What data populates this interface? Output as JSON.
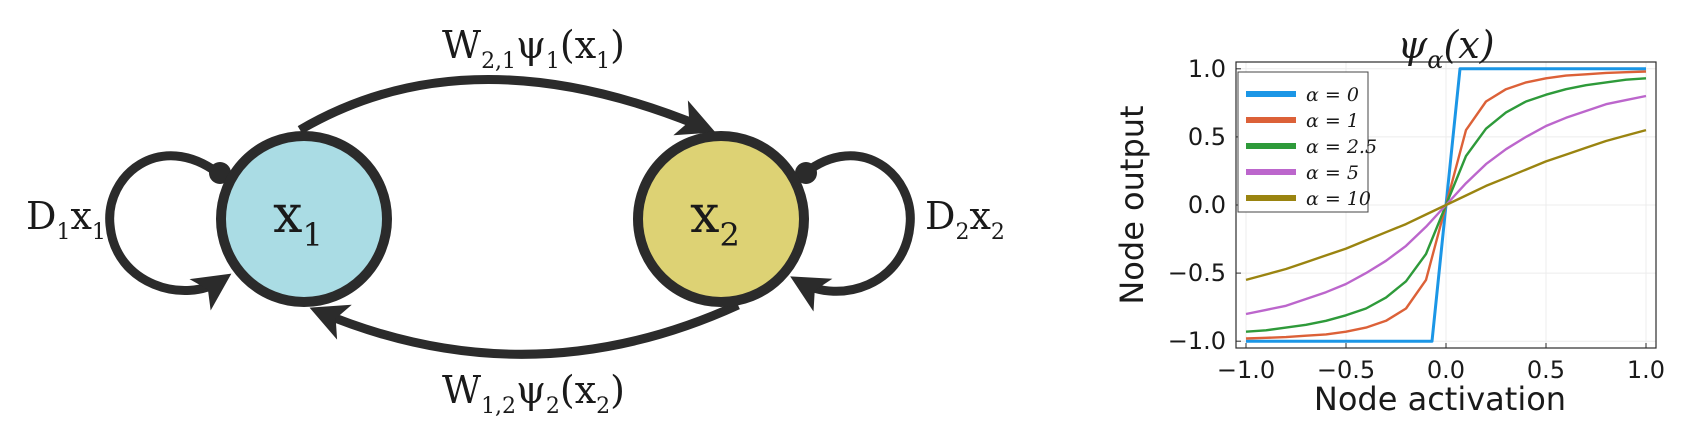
{
  "network": {
    "node1": {
      "main": "x",
      "sub": "1"
    },
    "node2": {
      "main": "x",
      "sub": "2"
    },
    "edge_top": {
      "W": "W",
      "Wsub": "2,1",
      "psi": "ψ",
      "psiSub": "1",
      "open": "(x",
      "argSub": "1",
      "close": ")"
    },
    "edge_bottom": {
      "W": "W",
      "Wsub": "1,2",
      "psi": "ψ",
      "psiSub": "2",
      "open": "(x",
      "argSub": "2",
      "close": ")"
    },
    "self_loop_1": {
      "D": "D",
      "Dsub": "1",
      "x": "x",
      "xsub": "1"
    },
    "self_loop_2": {
      "D": "D",
      "Dsub": "2",
      "x": "x",
      "xsub": "2"
    },
    "colors": {
      "node1_fill": "#aadce4",
      "node2_fill": "#ddd274",
      "stroke": "#2b2b2b"
    }
  },
  "plot": {
    "title": {
      "psi": "ψ",
      "sub": "α",
      "arg": "(x)"
    },
    "xlabel": "Node activation",
    "ylabel": "Node output",
    "xticks": [
      "−1.0",
      "−0.5",
      "0.0",
      "0.5",
      "1.0"
    ],
    "yticks": [
      "1.0",
      "0.5",
      "0.0",
      "−0.5",
      "−1.0"
    ],
    "legend": [
      {
        "label": "α = 0"
      },
      {
        "label": "α = 1"
      },
      {
        "label": "α = 2.5"
      },
      {
        "label": "α = 5"
      },
      {
        "label": "α = 10"
      }
    ]
  },
  "chart_data": {
    "type": "line",
    "title": "ψα(x)",
    "xlabel": "Node activation",
    "ylabel": "Node output",
    "xlim": [
      -1.05,
      1.05
    ],
    "ylim": [
      -1.05,
      1.05
    ],
    "grid": true,
    "legend_position": "top-left",
    "x": [
      -1.0,
      -0.9,
      -0.8,
      -0.7,
      -0.6,
      -0.5,
      -0.4,
      -0.3,
      -0.2,
      -0.1,
      0.0,
      0.1,
      0.2,
      0.3,
      0.4,
      0.5,
      0.6,
      0.7,
      0.8,
      0.9,
      1.0
    ],
    "series": [
      {
        "name": "α = 0",
        "color": "#1b96e6",
        "x": [
          -1.0,
          -0.07,
          0.07,
          1.0
        ],
        "values": [
          -1.0,
          -1.0,
          1.0,
          1.0
        ]
      },
      {
        "name": "α = 1",
        "color": "#dc6138",
        "values": [
          -0.98,
          -0.975,
          -0.97,
          -0.96,
          -0.95,
          -0.93,
          -0.9,
          -0.85,
          -0.76,
          -0.55,
          0.0,
          0.55,
          0.76,
          0.85,
          0.9,
          0.93,
          0.95,
          0.96,
          0.97,
          0.975,
          0.98
        ]
      },
      {
        "name": "α = 2.5",
        "color": "#2e9a3a",
        "values": [
          -0.93,
          -0.92,
          -0.9,
          -0.88,
          -0.85,
          -0.81,
          -0.76,
          -0.68,
          -0.56,
          -0.36,
          0.0,
          0.36,
          0.56,
          0.68,
          0.76,
          0.81,
          0.85,
          0.88,
          0.9,
          0.92,
          0.93
        ]
      },
      {
        "name": "α = 5",
        "color": "#bc66cc",
        "values": [
          -0.8,
          -0.77,
          -0.74,
          -0.69,
          -0.64,
          -0.58,
          -0.5,
          -0.41,
          -0.3,
          -0.16,
          0.0,
          0.16,
          0.3,
          0.41,
          0.5,
          0.58,
          0.64,
          0.69,
          0.74,
          0.77,
          0.8
        ]
      },
      {
        "name": "α = 10",
        "color": "#9a8410",
        "values": [
          -0.55,
          -0.51,
          -0.47,
          -0.42,
          -0.37,
          -0.32,
          -0.26,
          -0.2,
          -0.14,
          -0.07,
          0.0,
          0.07,
          0.14,
          0.2,
          0.26,
          0.32,
          0.37,
          0.42,
          0.47,
          0.51,
          0.55
        ]
      }
    ]
  }
}
